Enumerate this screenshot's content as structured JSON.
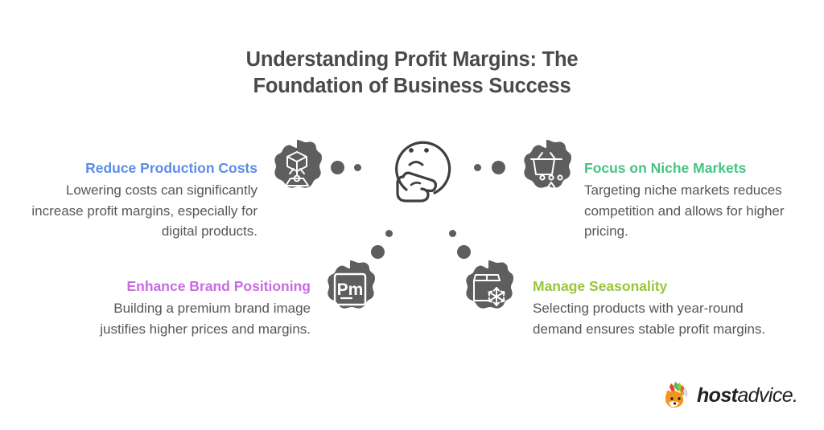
{
  "page": {
    "background_color": "#ffffff",
    "title": "Understanding Profit Margins: The Foundation of Business Success",
    "title_color": "#4a4a4a",
    "body_text_color": "#555759",
    "icon_blob_color": "#5e5e5e",
    "connector_dot_color": "#5e5e5e"
  },
  "center": {
    "icon_name": "thinking-face-icon",
    "stroke_color": "#3f3f3f"
  },
  "blocks": [
    {
      "id": "reduce",
      "heading": "Reduce Production Costs",
      "heading_color": "#5b8ce8",
      "body": "Lowering costs can significantly increase profit margins, especially for digital products.",
      "align": "right",
      "icon_name": "cube-projection-icon"
    },
    {
      "id": "niche",
      "heading": "Focus on Niche Markets",
      "heading_color": "#45c483",
      "body": "Targeting niche markets reduces competition and allows for higher pricing.",
      "align": "left",
      "icon_name": "shopping-basket-target-icon"
    },
    {
      "id": "enhance",
      "heading": "Enhance Brand Positioning",
      "heading_color": "#c86ce0",
      "body": "Building a premium brand image justifies higher prices and margins.",
      "align": "right",
      "icon_name": "pm-monogram-icon"
    },
    {
      "id": "seasonality",
      "heading": "Manage Seasonality",
      "heading_color": "#9ac43c",
      "body": "Selecting products with year-round demand ensures stable profit margins.",
      "align": "left",
      "icon_name": "box-snowflake-icon"
    }
  ],
  "logo": {
    "name": "hostadvice-logo",
    "word_primary": "host",
    "word_secondary": "advice.",
    "mascot_icon_name": "fox-mascot-icon",
    "text_color": "#231f20"
  }
}
